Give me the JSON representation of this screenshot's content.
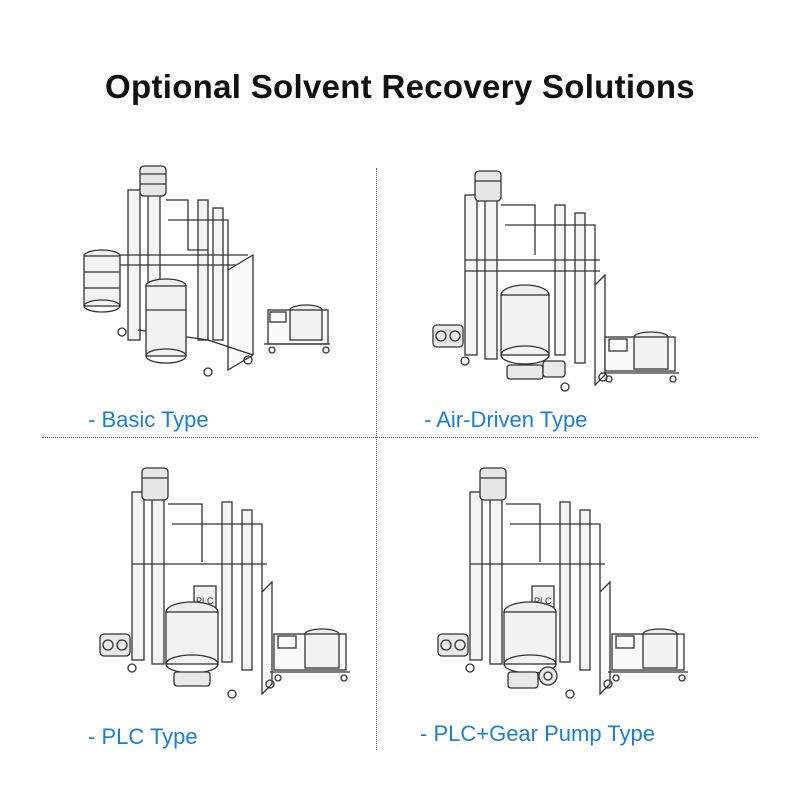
{
  "title": "Optional Solvent Recovery Solutions",
  "accent_color": "#1a7fd0",
  "panels": [
    {
      "label": "- Basic Type",
      "variant": "basic"
    },
    {
      "label": "- Air-Driven Type",
      "variant": "air"
    },
    {
      "label": "- PLC Type",
      "variant": "plc"
    },
    {
      "label": "- PLC+Gear Pump Type",
      "variant": "plcgear"
    }
  ],
  "plc_marking": "PLC"
}
